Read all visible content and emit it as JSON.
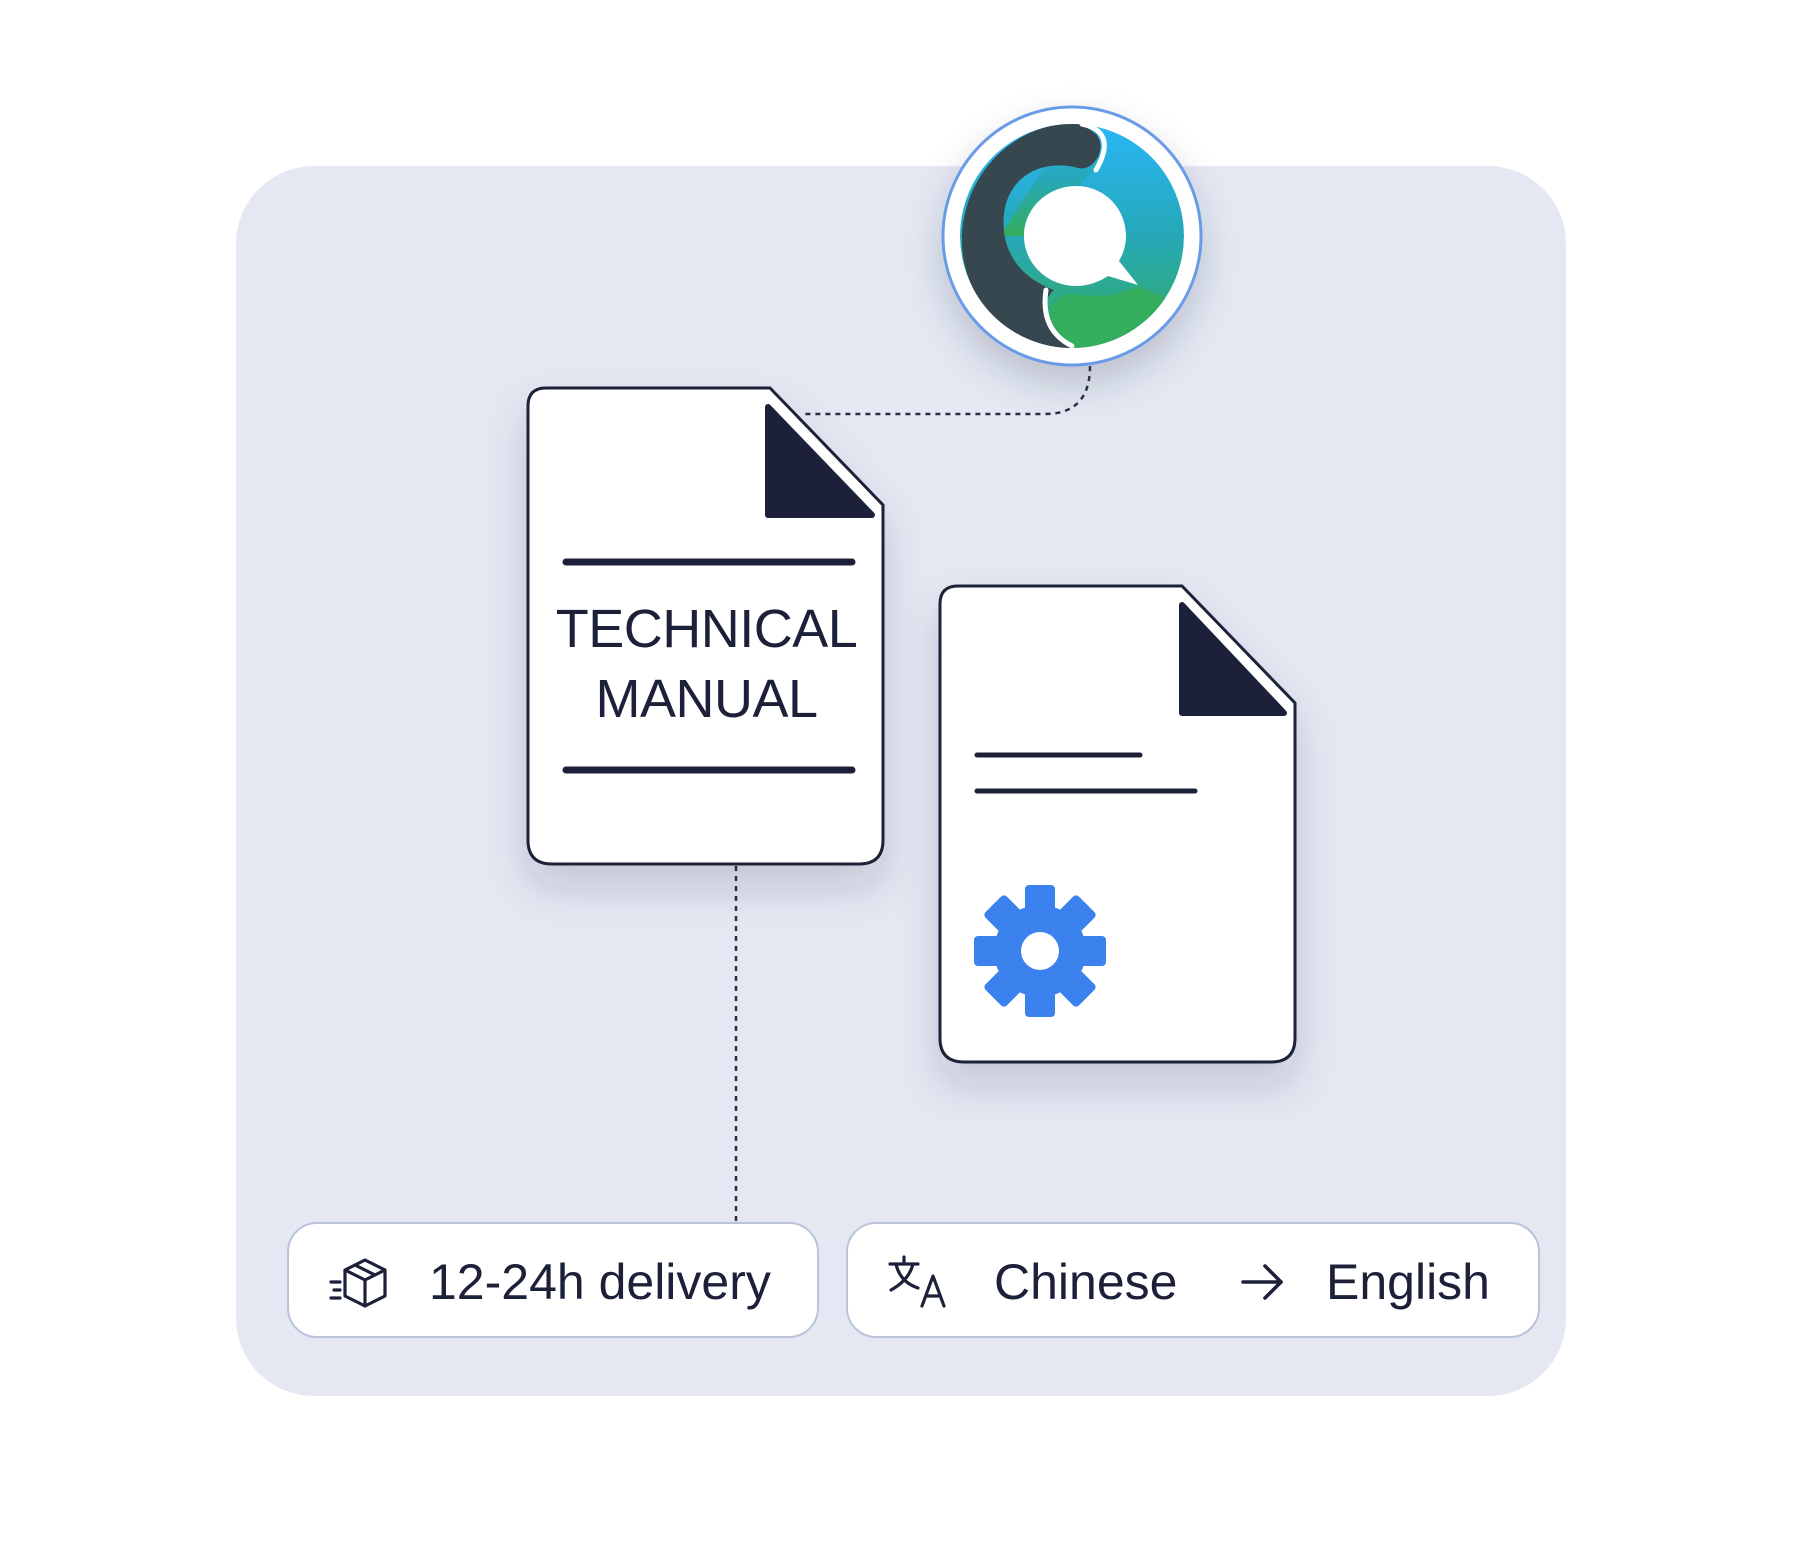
{
  "document_title": {
    "line1": "TECHNICAL",
    "line2": "MANUAL"
  },
  "delivery": {
    "icon": "fast-delivery-box-icon",
    "label": "12-24h delivery"
  },
  "language_pair": {
    "icon": "translate-icon",
    "source": "Chinese",
    "arrow_icon": "arrow-right-icon",
    "target": "English"
  },
  "logo": {
    "icon": "chat-bubble-logo-icon"
  },
  "colors": {
    "panel_background": "#e5e8f2",
    "ink": "#1c2039",
    "gear_blue": "#3b82ee",
    "logo_ring": "#6b9be8",
    "logo_dark": "#37474f",
    "logo_blue": "#29b6f6",
    "logo_green": "#34ad5e",
    "pill_border": "#b9c3da"
  }
}
